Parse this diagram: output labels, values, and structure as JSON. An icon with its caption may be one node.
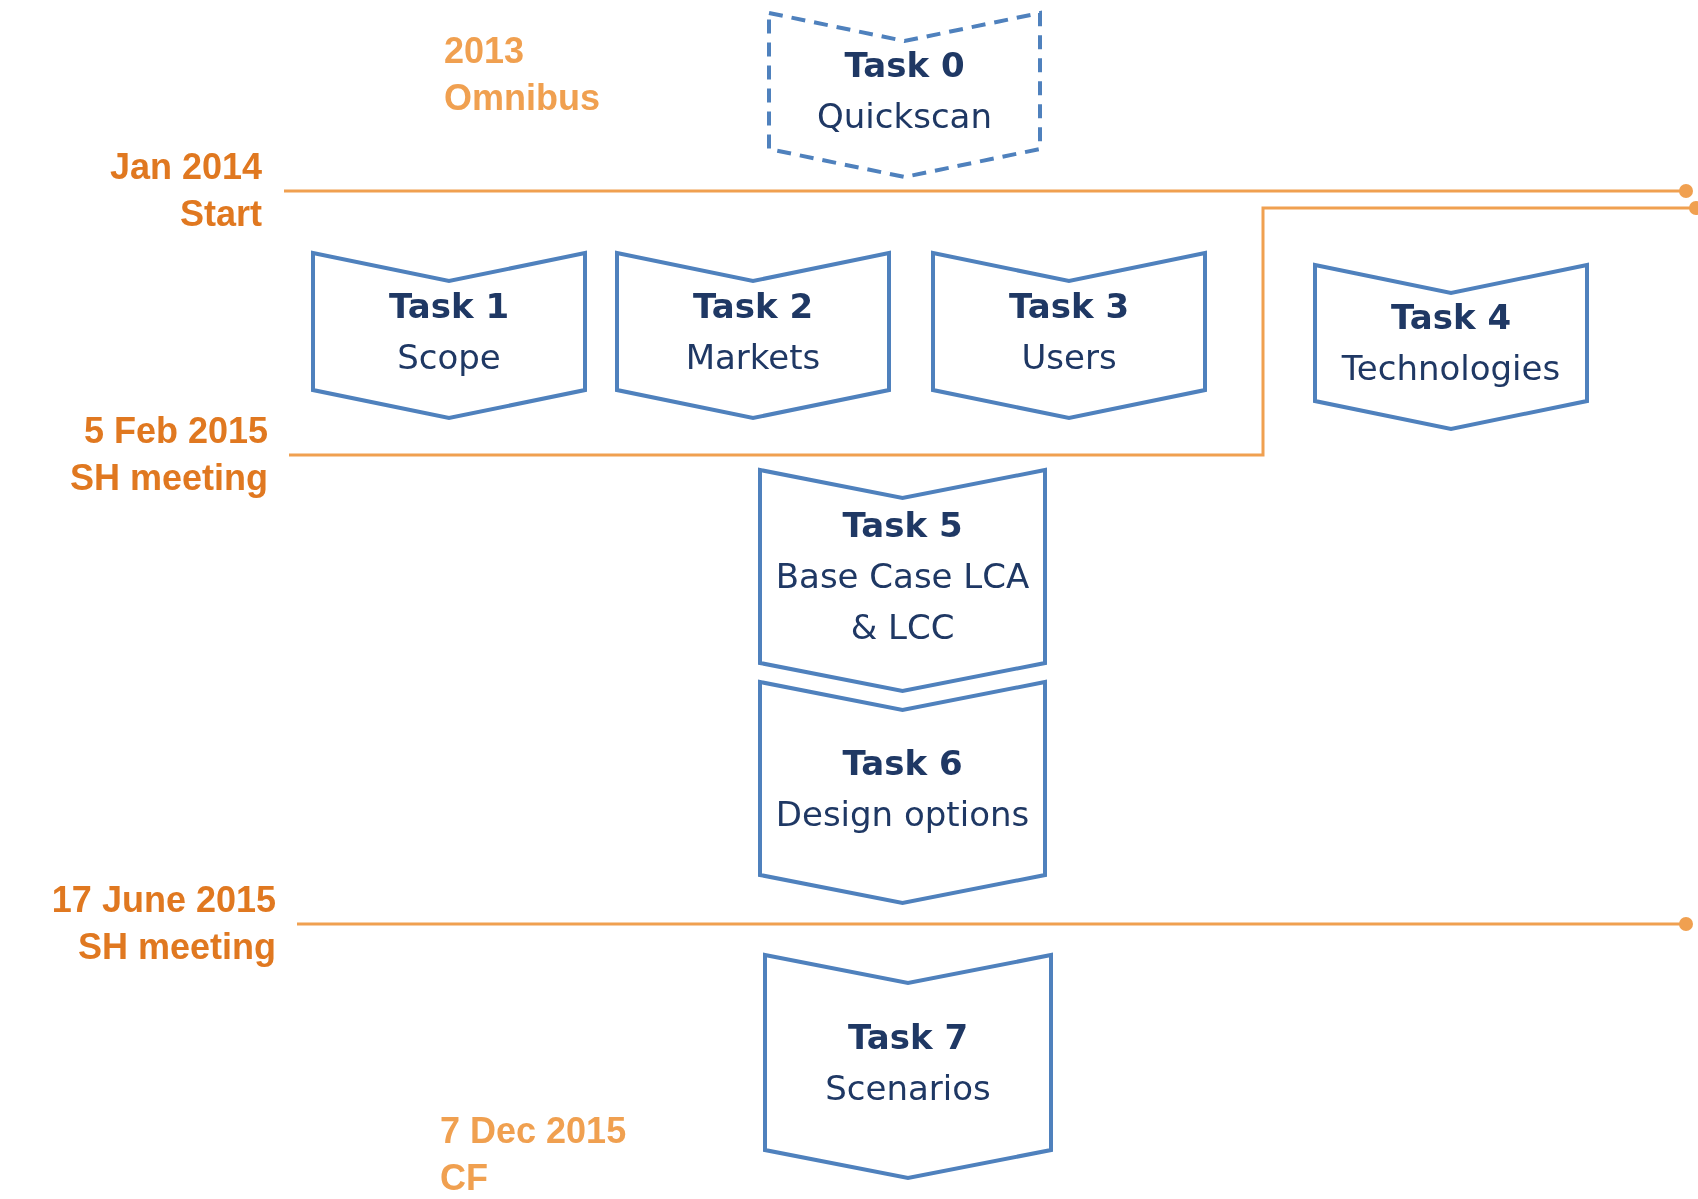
{
  "diagram": {
    "nodes": [
      {
        "text": [
          "Task 0",
          "Quickscan"
        ]
      },
      {
        "text": [
          "Task 1",
          "Scope"
        ]
      },
      {
        "text": [
          "Task 2",
          "Markets"
        ]
      },
      {
        "text": [
          "Task 3",
          "Users"
        ]
      },
      {
        "text": [
          "Task 4",
          "Technologies"
        ]
      },
      {
        "text": [
          "Task 5",
          "Base Case LCA & LCC"
        ]
      },
      {
        "text": [
          "Task 6",
          "Design options"
        ]
      },
      {
        "text": [
          "Task 7",
          "Scenarios"
        ]
      }
    ],
    "labels": [
      "2013 Omnibus",
      "Jan 2014 Start",
      "5 Feb 2015 SH meeting",
      "17 June 2015 SH meeting",
      "7 Dec 2015 CF"
    ]
  }
}
